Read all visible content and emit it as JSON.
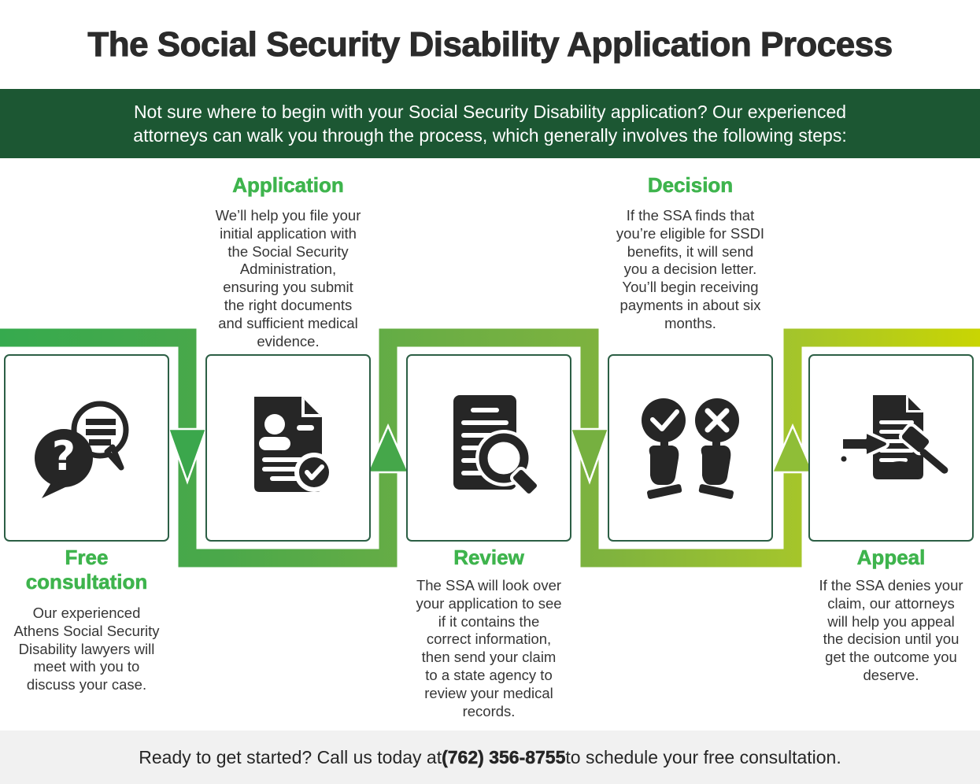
{
  "title": "The Social Security Disability Application Process",
  "intro": "Not sure where to begin with your Social Security Disability application? Our experienced\nattorneys can walk you through the process, which generally involves the following steps:",
  "steps": [
    {
      "id": "free-consultation",
      "label": "Free consultation",
      "label_position": "below",
      "icon": "chat-question-icon",
      "description": "Our experienced\nAthens Social Security\nDisability lawyers will\nmeet with you to\ndiscuss your case."
    },
    {
      "id": "application",
      "label": "Application",
      "label_position": "above",
      "icon": "application-document-icon",
      "description": "We’ll help you file your\ninitial application with\nthe Social Security\nAdministration,\nensuring you submit\nthe right documents\nand sufficient medical\nevidence."
    },
    {
      "id": "review",
      "label": "Review",
      "label_position": "below",
      "icon": "document-search-icon",
      "description": "The SSA will look over\nyour application to see\nif it contains the\ncorrect information,\nthen send your claim\nto a state agency to\nreview your medical\nrecords."
    },
    {
      "id": "decision",
      "label": "Decision",
      "label_position": "above",
      "icon": "approve-deny-hands-icon",
      "description": "If the SSA finds that\nyou’re eligible for SSDI\nbenefits, it will send\nyou a decision letter.\nYou’ll begin receiving\npayments in about six\nmonths."
    },
    {
      "id": "appeal",
      "label": "Appeal",
      "label_position": "below",
      "icon": "gavel-appeal-icon",
      "description": "If the SSA denies your\nclaim, our attorneys\nwill help you appeal\nthe decision until you\nget the outcome you\ndeserve."
    }
  ],
  "footer": {
    "pre": "Ready to get started? Call us today at ",
    "phone": "(762) 356-8755",
    "post": " to schedule your free consultation."
  },
  "colors": {
    "banner_green": "#1c5733",
    "heading_green": "#3eb44d",
    "flow_gradient_start": "#36aa4e",
    "flow_gradient_end": "#c9d503",
    "icon_dark": "#262626",
    "box_border": "#2c5f45",
    "footer_bg": "#f1f1f1",
    "body_text": "#363636"
  }
}
